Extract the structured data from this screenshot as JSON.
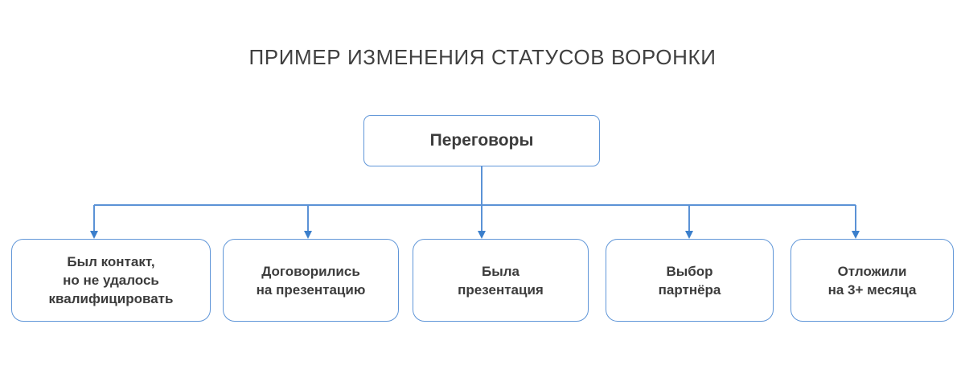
{
  "title": "ПРИМЕР ИЗМЕНЕНИЯ СТАТУСОВ ВОРОНКИ",
  "colors": {
    "connector": "#5b92d6",
    "box_border": "#6096d8",
    "text": "#3c3c3c",
    "title_text": "#404040",
    "background": "#ffffff"
  },
  "diagram": {
    "type": "tree",
    "root": {
      "label": "Переговоры"
    },
    "children": [
      {
        "label": "Был контакт,\nно не удалось\nквалифицировать"
      },
      {
        "label": "Договорились\nна презентацию"
      },
      {
        "label": "Была\nпрезентация"
      },
      {
        "label": "Выбор\nпартнёра"
      },
      {
        "label": "Отложили\nна 3+ месяца"
      }
    ]
  }
}
